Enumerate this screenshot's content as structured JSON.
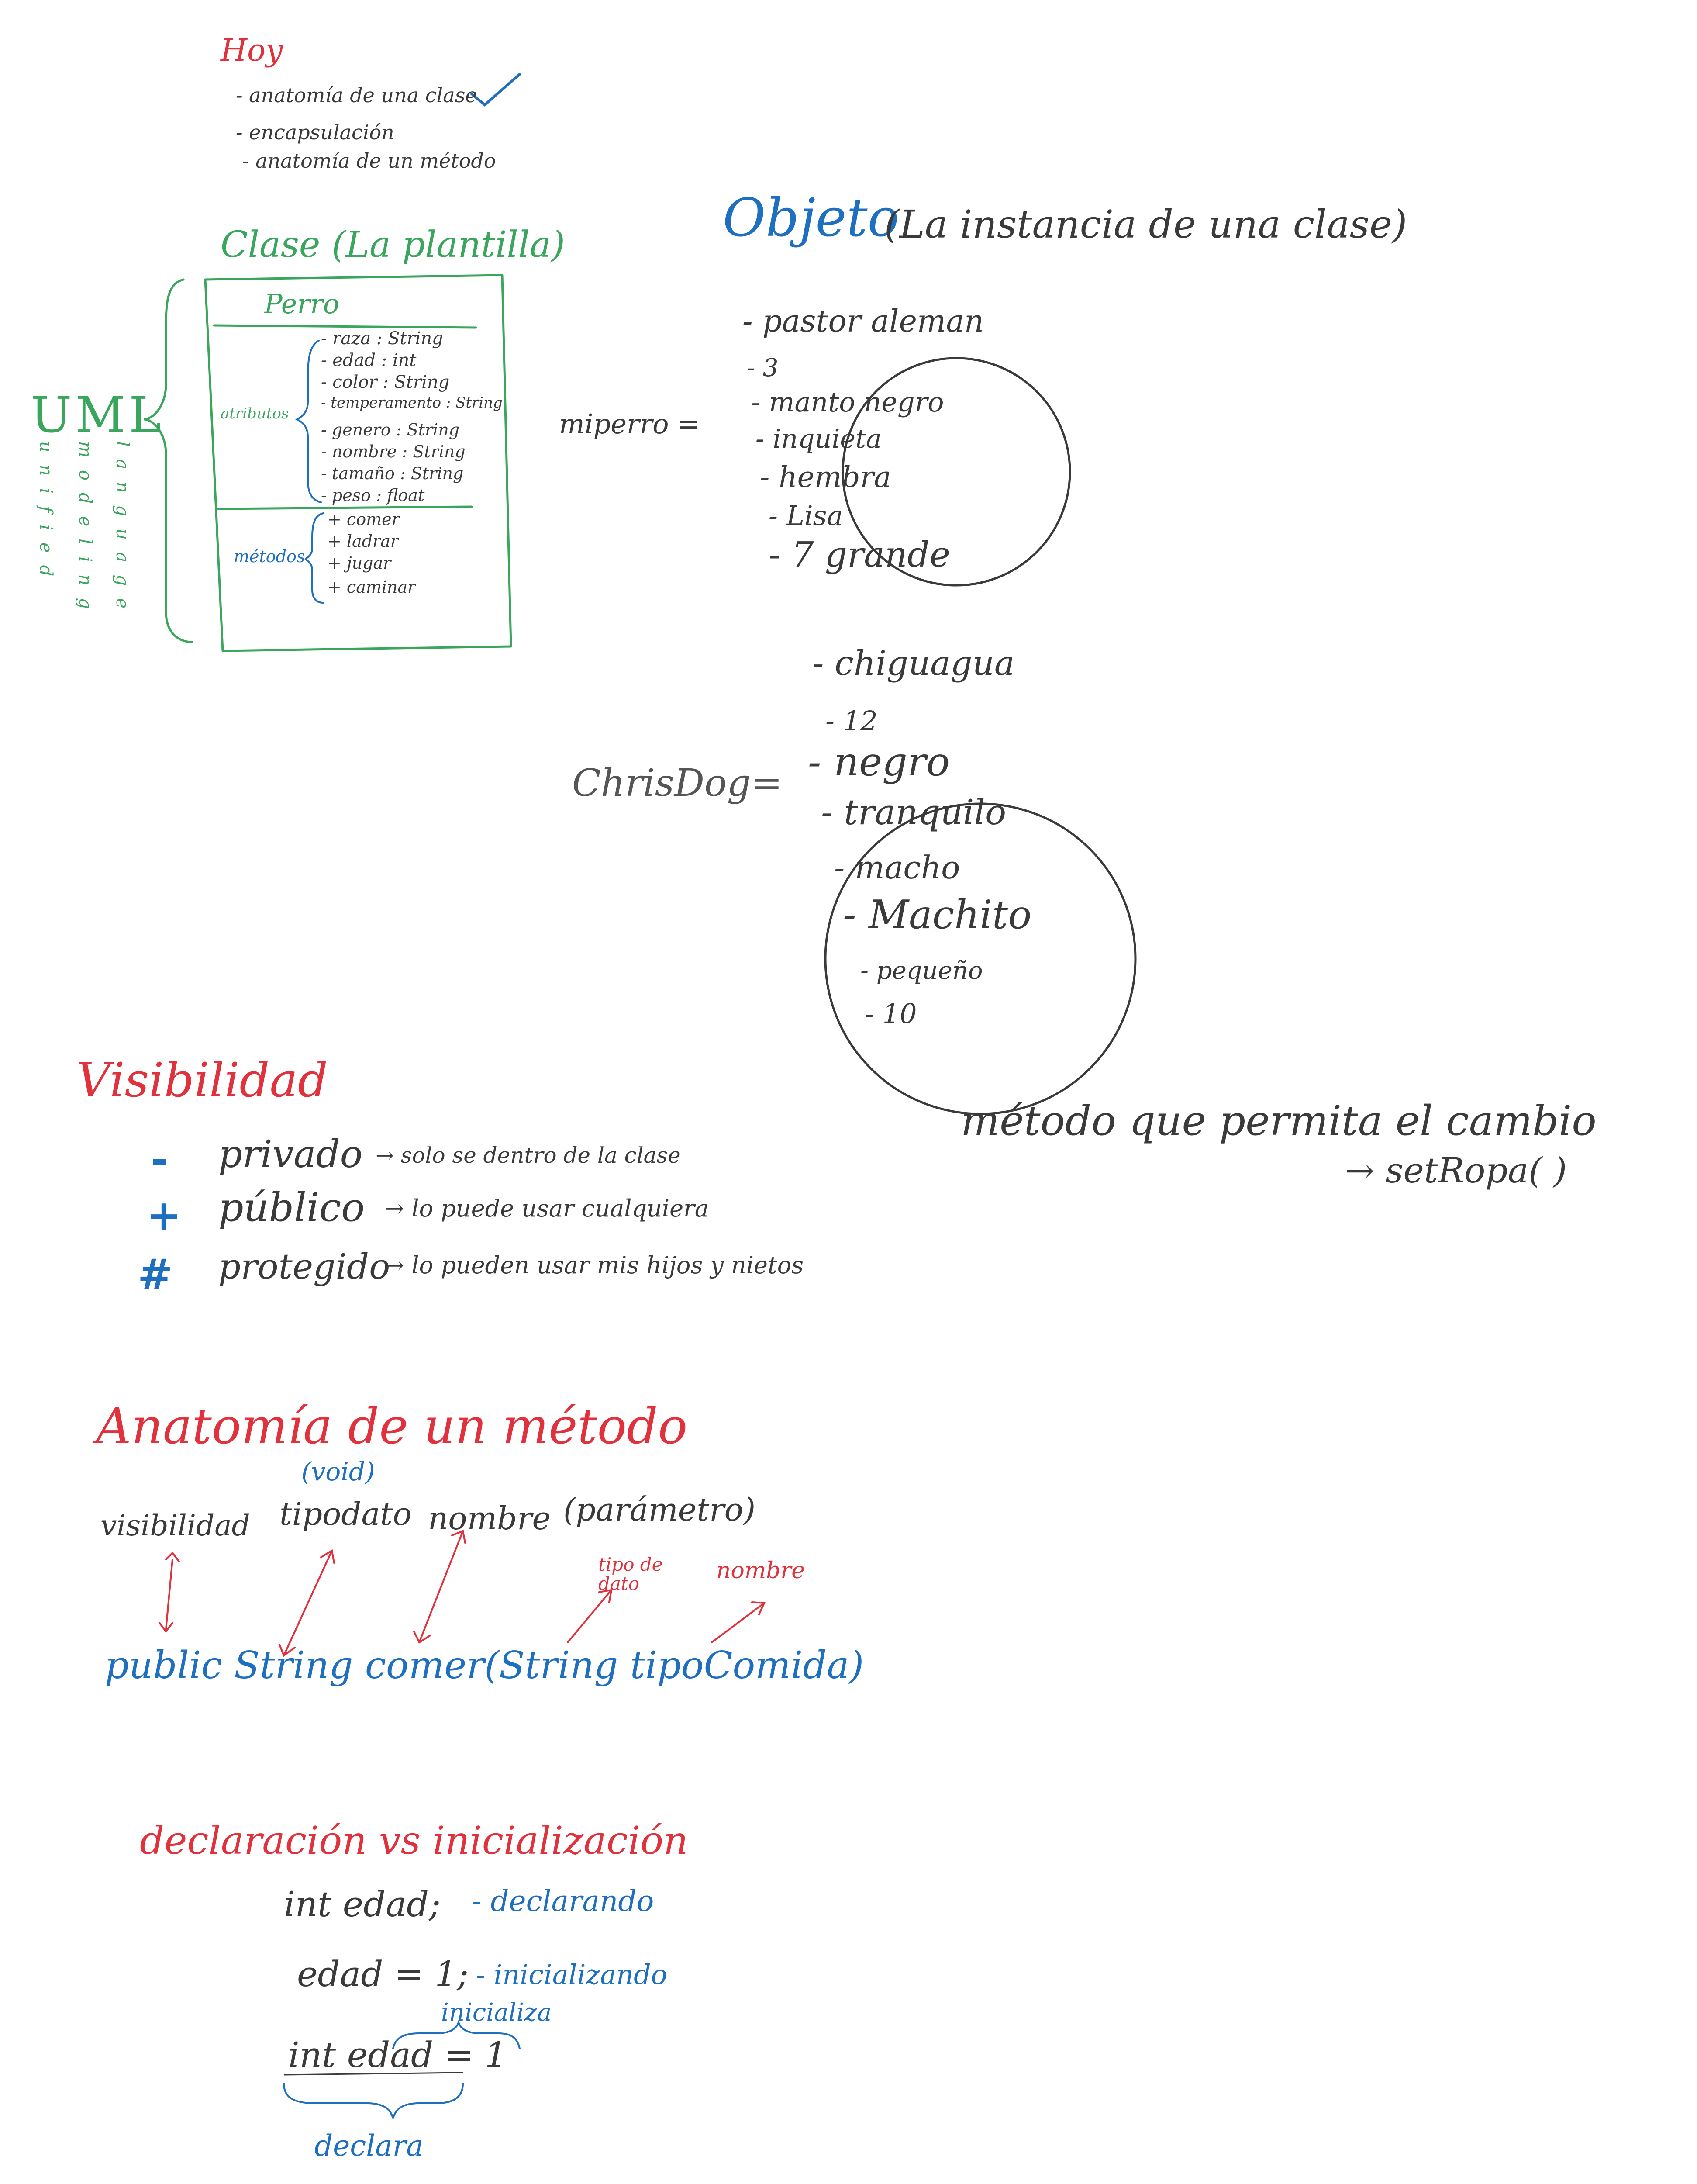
{
  "agenda": {
    "title": "Hoy",
    "items": [
      "- anatomía de una clase",
      "- encapsulación",
      "- anatomía de un método"
    ]
  },
  "clase": {
    "heading": "Clase (La plantilla)",
    "uml_label": "UML",
    "uml_words": [
      "unified",
      "modeling",
      "language"
    ],
    "class_name": "Perro",
    "atributos_label": "atributos",
    "atributos": [
      "- raza : String",
      "- edad : int",
      "- color : String",
      "- temperamento : String",
      "- genero : String",
      "- nombre : String",
      "- tamaño : String",
      "- peso : float"
    ],
    "metodos_label": "métodos",
    "metodos": [
      "+ comer",
      "+ ladrar",
      "+ jugar",
      "+ caminar"
    ]
  },
  "objeto": {
    "heading_word": "Objeto",
    "heading_rest": "(La instancia de una clase)",
    "obj1_name": "miperro =",
    "obj1_values": [
      "- pastor aleman",
      "- 3",
      "- manto negro",
      "- inquieta",
      "- hembra",
      "- Lisa",
      "- 7 grande"
    ],
    "obj2_name": "ChrisDog=",
    "obj2_values": [
      "- chiguagua",
      "- 12",
      "- negro",
      "- tranquilo",
      "- macho",
      "- Machito",
      "- pequeño",
      "- 10"
    ],
    "setter_note": "método que permita el cambio",
    "setter_example": "→ setRopa( )"
  },
  "visibilidad": {
    "title": "Visibilidad",
    "rows": [
      {
        "symbol": "-",
        "name": "privado",
        "desc": "→ solo se dentro de la clase"
      },
      {
        "symbol": "+",
        "name": "público",
        "desc": "→ lo puede usar cualquiera"
      },
      {
        "symbol": "#",
        "name": "protegido",
        "desc": "→ lo pueden usar mis hijos y nietos"
      }
    ]
  },
  "anatomia_metodo": {
    "title": "Anatomía de un método",
    "void_note": "(void)",
    "parts": [
      "visibilidad",
      "tipodato",
      "nombre",
      "(parámetro)"
    ],
    "param_notes": [
      "tipo de dato",
      "nombre"
    ],
    "example": "public String comer(String tipoComida)"
  },
  "declaracion": {
    "title": "declaración vs inicialización",
    "line1_code": "int edad;",
    "line1_note": "- declarando",
    "line2_code": "edad = 1;",
    "line2_note": "- inicializando",
    "line3_code": "int edad = 1",
    "inicializa_label": "inicializa",
    "declara_label": "declara"
  },
  "colors": {
    "red": "#e0313c",
    "blue": "#1f6fc1",
    "green": "#3aa55c",
    "ink": "#3a3a3a",
    "background": "#ffffff"
  }
}
